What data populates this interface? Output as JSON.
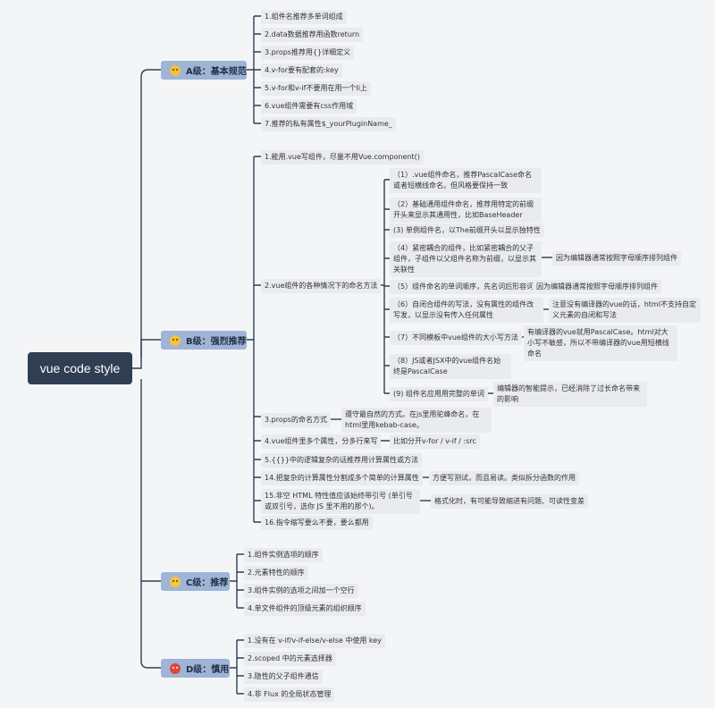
{
  "root": "vue code style",
  "categories": {
    "a": {
      "label": "A级：基本规范",
      "icon": "grinning-face-icon"
    },
    "b": {
      "label": "B级：强烈推荐",
      "icon": "smiling-face-icon"
    },
    "c": {
      "label": "C级：推荐",
      "icon": "slightly-smiling-face-icon"
    },
    "d": {
      "label": "D级：慎用",
      "icon": "warning-face-icon"
    }
  },
  "a_items": [
    "1.组件名推荐多单词组成",
    "2.data数据推荐用函数return",
    "3.props推荐用{}详细定义",
    "4.v-for要有配套的:key",
    "5.v-for和v-if不要用在用一个li上",
    "6.vue组件需要有css作用域",
    "7.推荐的私有属性$_yourPluginName_"
  ],
  "b_items": {
    "b1": "1.能用.vue写组件，尽量不用Vue.component()",
    "b2": "2.vue组件的各种情况下的命名方法",
    "b2_children": [
      "（1）.vue组件命名，推荐PascalCase命名或者短横线命名。但风格要保持一致",
      "（2）基础通用组件命名，推荐用特定的前缀开头来显示其通用性，比如BaseHeader",
      "(3) 单例组件名，以The前缀开头以显示独特性",
      "（4）紧密耦合的组件，比如紧密耦合的父子组件，子组件以父组件名称为前缀，以显示其关联性",
      "（5）组件命名的单词顺序，先名词后形容词",
      "（6）自闭合组件的写法，没有属性的组件改写发，以显示没有传入任何属性",
      "（7）不同模板中vue组件的大小写方法",
      "（8）JS或者JSX中的vue组件名始终是PascalCase",
      "(9) 组件名应用用完整的单词"
    ],
    "b2_notes": {
      "n4": "因为编辑器通常按照字母顺序排列组件",
      "n5": "因为编辑器通常按照字母顺序排列组件",
      "n6": "注意没有编译器的vue的话，html不支持自定义元素的自闭和写法",
      "n7": "有编译器的vue就用PascalCase。html对大小写不敏感，所以不带编译器的vue用短横线命名",
      "n9": "编辑器的智能提示，已经消除了过长命名带来的影响"
    },
    "b3": "3.props的命名方式",
    "b3_note": "遵守最自然的方式。在js里用驼峰命名，在html里用kebab-case。",
    "b4": "4.vue组件里多个属性，分多行来写",
    "b4_note": "比如分开v-for / v-if / :src",
    "b5": "5.{{}}中的逻辑复杂的话推荐用计算属性或方法",
    "b14": "14.把复杂的计算属性分割成多个简单的计算属性",
    "b14_note": "方便写测试，而且易读。类似拆分函数的作用",
    "b15": "15.非空 HTML 特性值应该始终带引号 (单引号或双引号，选你 JS 里不用的那个)。",
    "b15_note": "格式化时，有可能导致缩进有问题、可读性变差",
    "b16": "16.指令缩写要么不要，要么都用"
  },
  "c_items": [
    "1.组件实例选项的顺序",
    "2.元素特性的顺序",
    "3.组件实例的选项之间加一个空行",
    "4.单文件组件的顶级元素的组织顺序"
  ],
  "d_items": [
    "1.没有在 v-if/v-if-else/v-else 中使用 key",
    "2.scoped 中的元素选择器",
    "3.隐性的父子组件通信",
    "4.非 Flux 的全局状态管理"
  ],
  "colors": {
    "background": "#f4f5f6",
    "root": "#2f3e52",
    "category": "#9fb4d6",
    "node": "#e9ebee",
    "connector": "#2f3e52"
  }
}
